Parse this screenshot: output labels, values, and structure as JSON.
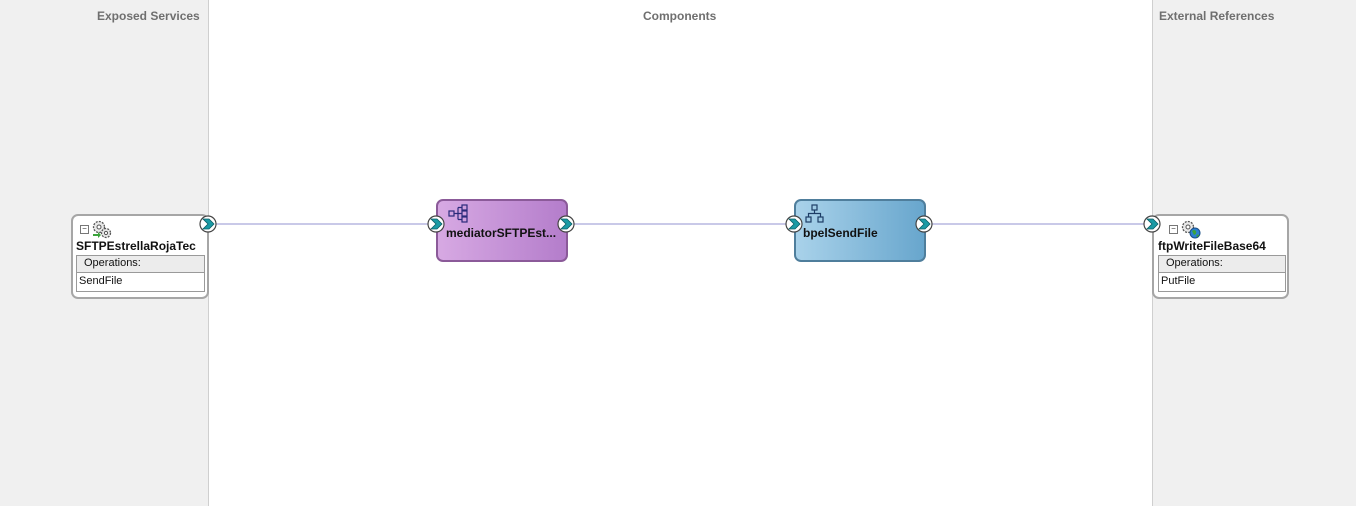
{
  "lanes": {
    "exposed_services": "Exposed Services",
    "components": "Components",
    "external_references": "External References"
  },
  "service": {
    "name": "SFTPEstrellaRojaTec",
    "operations_header": "Operations:",
    "operations": [
      "SendFile"
    ],
    "icon": "gears-icon"
  },
  "mediator": {
    "name": "mediatorSFTPEst...",
    "icon": "mediator-icon"
  },
  "bpel": {
    "name": "bpelSendFile",
    "icon": "bpel-process-icon"
  },
  "reference": {
    "name": "ftpWriteFileBase64",
    "operations_header": "Operations:",
    "operations": [
      "PutFile"
    ],
    "icon": "gears-globe-icon"
  },
  "colors": {
    "wire": "#c9c9e8",
    "mediator": "#c38fd6",
    "bpel": "#82b8d9",
    "port": "#1a9aa5"
  }
}
